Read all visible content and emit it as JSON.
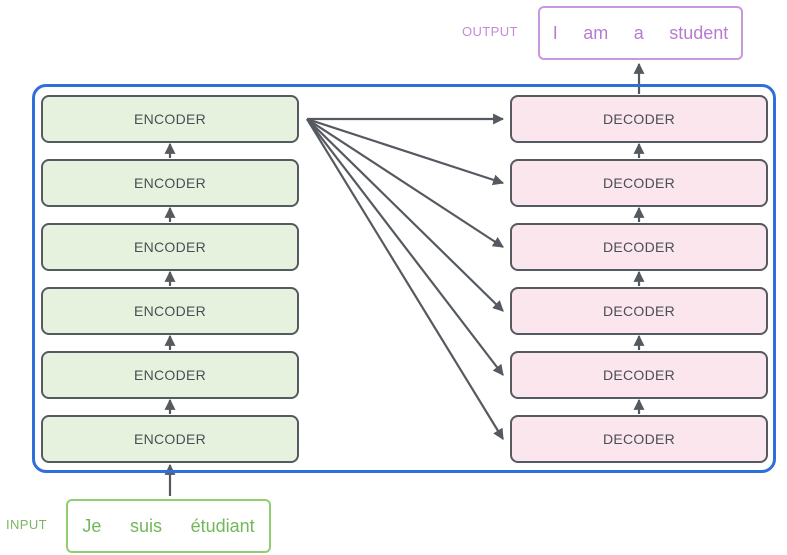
{
  "colors": {
    "frame": "#2f6fdc",
    "encoder_fill": "#e6f2dd",
    "decoder_fill": "#fbe6ee",
    "block_border": "#555a60",
    "arrow": "#555a60",
    "input": "#72b85a",
    "output": "#b97bd1"
  },
  "input": {
    "label": "INPUT",
    "words": [
      "Je",
      "suis",
      "étudiant"
    ]
  },
  "output": {
    "label": "OUTPUT",
    "words": [
      "I",
      "am",
      "a",
      "student"
    ]
  },
  "encoders": [
    "ENCODER",
    "ENCODER",
    "ENCODER",
    "ENCODER",
    "ENCODER",
    "ENCODER"
  ],
  "decoders": [
    "DECODER",
    "DECODER",
    "DECODER",
    "DECODER",
    "DECODER",
    "DECODER"
  ]
}
